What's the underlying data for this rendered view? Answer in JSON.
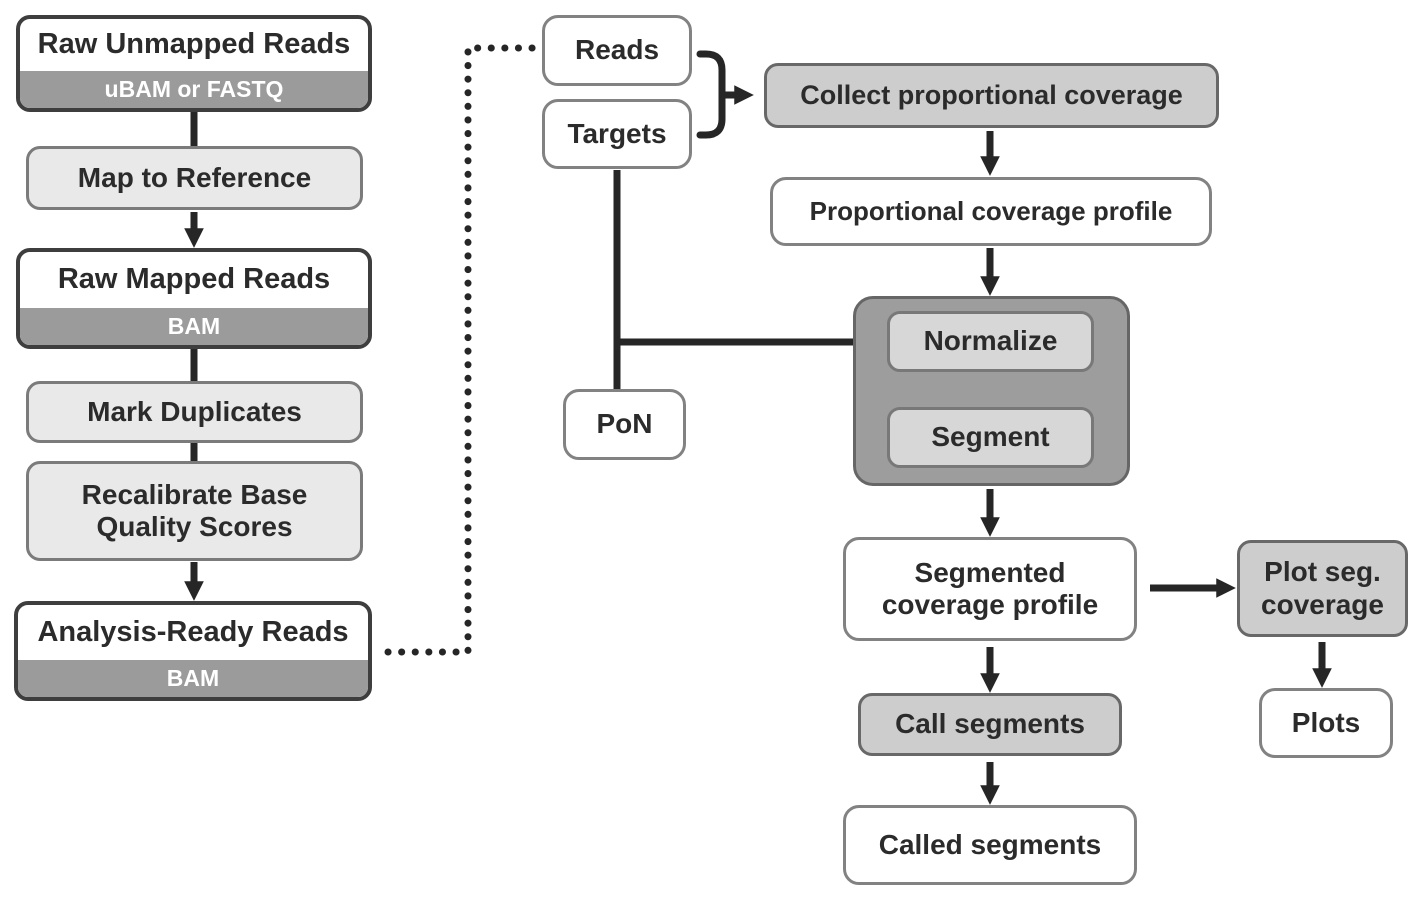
{
  "nodes": {
    "raw_unmapped": {
      "label": "Raw Unmapped Reads",
      "format": "uBAM or FASTQ"
    },
    "map_to_reference": {
      "label": "Map to Reference"
    },
    "raw_mapped": {
      "label": "Raw Mapped Reads",
      "format": "BAM"
    },
    "mark_duplicates": {
      "label": "Mark Duplicates"
    },
    "recalibrate": {
      "label": "Recalibrate Base Quality Scores"
    },
    "analysis_ready": {
      "label": "Analysis-Ready Reads",
      "format": "BAM"
    },
    "reads": {
      "label": "Reads"
    },
    "targets": {
      "label": "Targets"
    },
    "collect": {
      "label": "Collect proportional coverage"
    },
    "prop_profile": {
      "label": "Proportional coverage profile"
    },
    "normalize": {
      "label": "Normalize"
    },
    "segment": {
      "label": "Segment"
    },
    "pon": {
      "label": "PoN"
    },
    "segmented_profile": {
      "label": "Segmented coverage profile"
    },
    "plot_seg": {
      "label": "Plot seg. coverage"
    },
    "plots": {
      "label": "Plots"
    },
    "call_segments": {
      "label": "Call segments"
    },
    "called_segments": {
      "label": "Called segments"
    }
  },
  "edges": [
    {
      "from": "raw_unmapped",
      "to": "map_to_reference",
      "style": "solid",
      "arrowhead": false
    },
    {
      "from": "map_to_reference",
      "to": "raw_mapped",
      "style": "solid",
      "arrowhead": true
    },
    {
      "from": "raw_mapped",
      "to": "mark_duplicates",
      "style": "solid",
      "arrowhead": false
    },
    {
      "from": "mark_duplicates",
      "to": "recalibrate",
      "style": "solid",
      "arrowhead": false
    },
    {
      "from": "recalibrate",
      "to": "analysis_ready",
      "style": "solid",
      "arrowhead": true
    },
    {
      "from": "analysis_ready",
      "to": "reads",
      "style": "dotted",
      "arrowhead": false
    },
    {
      "from": "reads",
      "to": "collect",
      "style": "bracket",
      "arrowhead": true
    },
    {
      "from": "targets",
      "to": "collect",
      "style": "bracket",
      "arrowhead": true
    },
    {
      "from": "collect",
      "to": "prop_profile",
      "style": "solid",
      "arrowhead": true
    },
    {
      "from": "prop_profile",
      "to": "normalize_segment_group",
      "style": "solid",
      "arrowhead": true
    },
    {
      "from": "targets",
      "to": "normalize",
      "style": "solid",
      "arrowhead": true
    },
    {
      "from": "pon",
      "to": "normalize",
      "style": "solid",
      "arrowhead": true
    },
    {
      "from": "normalize",
      "to": "segment",
      "style": "solid",
      "arrowhead": true
    },
    {
      "from": "normalize_segment_group",
      "to": "segmented_profile",
      "style": "solid",
      "arrowhead": true
    },
    {
      "from": "segmented_profile",
      "to": "plot_seg",
      "style": "solid",
      "arrowhead": true
    },
    {
      "from": "plot_seg",
      "to": "plots",
      "style": "solid",
      "arrowhead": true
    },
    {
      "from": "segmented_profile",
      "to": "call_segments",
      "style": "solid",
      "arrowhead": true
    },
    {
      "from": "call_segments",
      "to": "called_segments",
      "style": "solid",
      "arrowhead": true
    }
  ],
  "colors": {
    "background": "#ffffff",
    "text": "#2b2b2b",
    "connector": "#262626",
    "data_box_border": "#3e3e3e",
    "format_band": "#9b9b9b",
    "format_band_text": "#ffffff",
    "process_fill": "#e9e9e9",
    "process_border": "#7b7b7b",
    "io_fill": "#ffffff",
    "io_border": "#828282",
    "operation_fill": "#cdcdcd",
    "operation_border": "#686868",
    "group_fill": "#9d9d9d",
    "group_border": "#666666",
    "inner_fill": "#d7d7d7",
    "inner_border": "#787878"
  }
}
